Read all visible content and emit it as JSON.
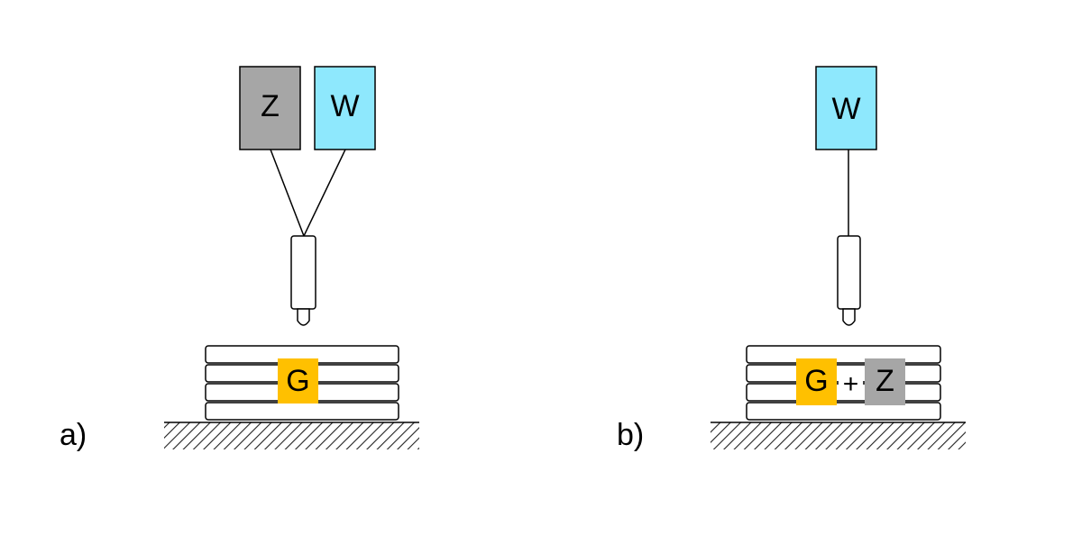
{
  "panels": {
    "a": {
      "label": "a)",
      "tank_z": "Z",
      "tank_w": "W",
      "part_g": "G"
    },
    "b": {
      "label": "b)",
      "tank_w": "W",
      "part_g": "G",
      "plus": "+",
      "part_z": "Z"
    }
  },
  "colors": {
    "z": "#a6a6a6",
    "w": "#8ee8fd",
    "g": "#ffc000",
    "line": "#000000",
    "substrate_hatch": "#222222"
  }
}
